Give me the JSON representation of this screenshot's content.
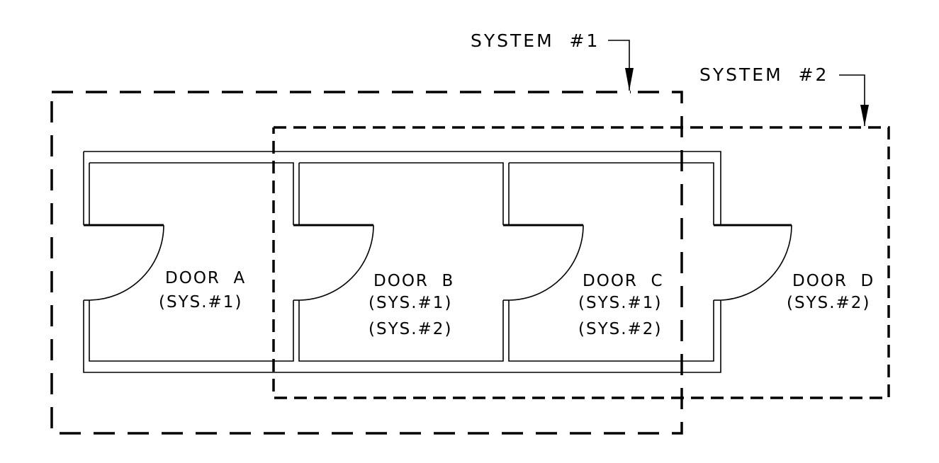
{
  "systems": [
    {
      "label": "SYSTEM  #1",
      "line_style": "long-dash"
    },
    {
      "label": "SYSTEM  #2",
      "line_style": "short-dash"
    }
  ],
  "doors": [
    {
      "name": "DOOR  A",
      "systems": [
        "(SYS.#1)"
      ]
    },
    {
      "name": "DOOR  B",
      "systems": [
        "(SYS.#1)",
        "(SYS.#2)"
      ]
    },
    {
      "name": "DOOR  C",
      "systems": [
        "(SYS.#1)",
        "(SYS.#2)"
      ]
    },
    {
      "name": "DOOR  D",
      "systems": [
        "(SYS.#2)"
      ]
    }
  ],
  "colors": {
    "line": "#000000",
    "background": "#ffffff"
  }
}
